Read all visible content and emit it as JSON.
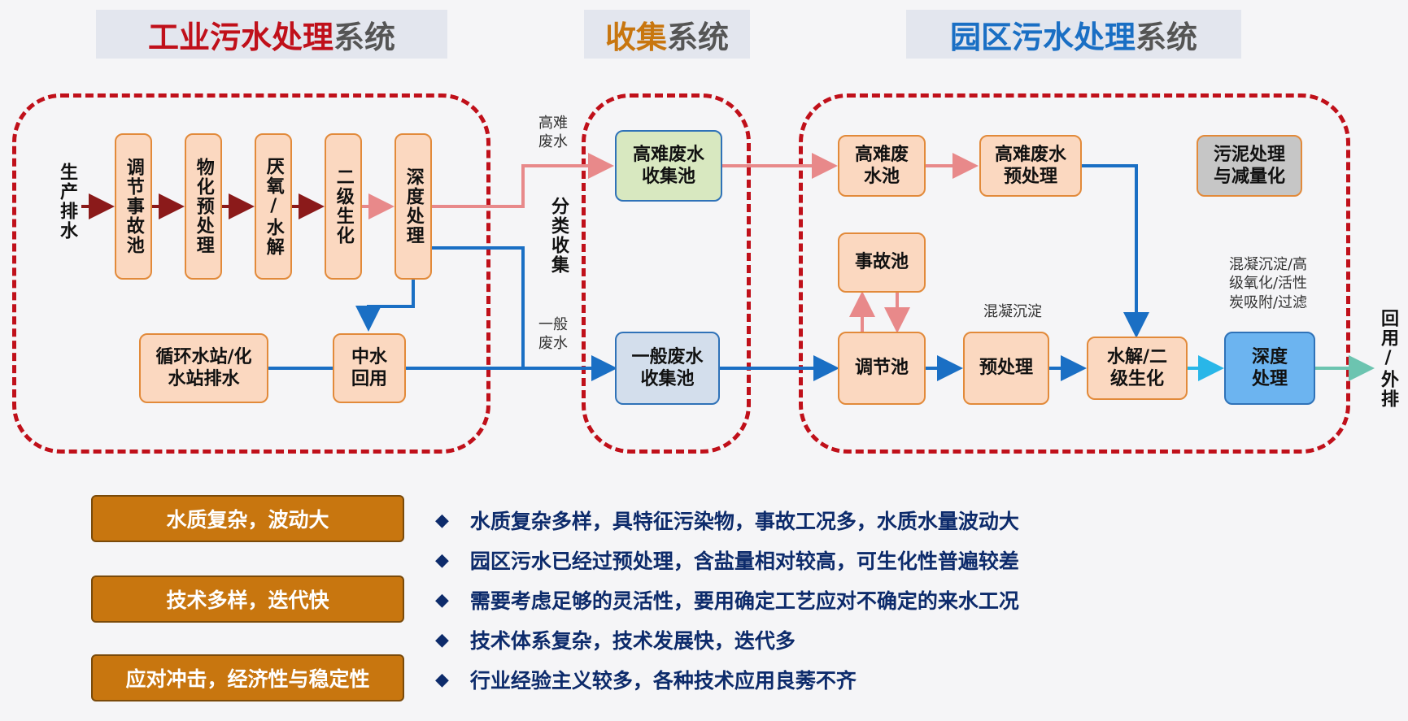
{
  "headers": {
    "industrial": {
      "highlight": "工业污水处理",
      "rest": "系统",
      "color": "#c0101a"
    },
    "collection": {
      "highlight": "收集",
      "rest": "系统",
      "color": "#c8760f"
    },
    "park": {
      "highlight": "园区污水处理",
      "rest": "系统",
      "color": "#1a6fc4"
    }
  },
  "industrial": {
    "input_label": "生产排水",
    "steps": [
      "调节事故池",
      "物化预处理",
      "厌氧/水解",
      "二级生化",
      "深度处理"
    ],
    "recycle_station": "循环水站/化水站排水",
    "reuse": "中水回用"
  },
  "collection": {
    "high_label": "高难废水",
    "general_label": "一般废水",
    "sort_label": "分类收集",
    "high_pool": "高难废水收集池",
    "general_pool": "一般废水收集池"
  },
  "park": {
    "high_pool": "高难废水池",
    "high_pretreat": "高难废水预处理",
    "sludge": "污泥处理与减量化",
    "accident": "事故池",
    "regulate": "调节池",
    "coag_label": "混凝沉淀",
    "pretreat": "预处理",
    "hydrolysis": "水解/二级生化",
    "deep_note": "混凝沉淀/高级氧化/活性炭吸附/过滤",
    "deep": "深度处理",
    "output": "回用/外排"
  },
  "tags": [
    "水质复杂，波动大",
    "技术多样，迭代快",
    "应对冲击，经济性与稳定性"
  ],
  "bullets": [
    "水质复杂多样，具特征污染物，事故工况多，水质水量波动大",
    "园区污水已经过预处理，含盐量相对较高，可生化性普遍较差",
    "需要考虑足够的灵活性，要用确定工艺应对不确定的来水工况",
    "技术体系复杂，技术发展快，迭代多",
    "行业经验主义较多，各种技术应用良莠不齐"
  ],
  "colors": {
    "dark_red": "#8b1a1a",
    "pink": "#e8898a",
    "blue": "#1a6fc4",
    "cyan": "#29b6e8",
    "teal": "#6cc4b0"
  }
}
